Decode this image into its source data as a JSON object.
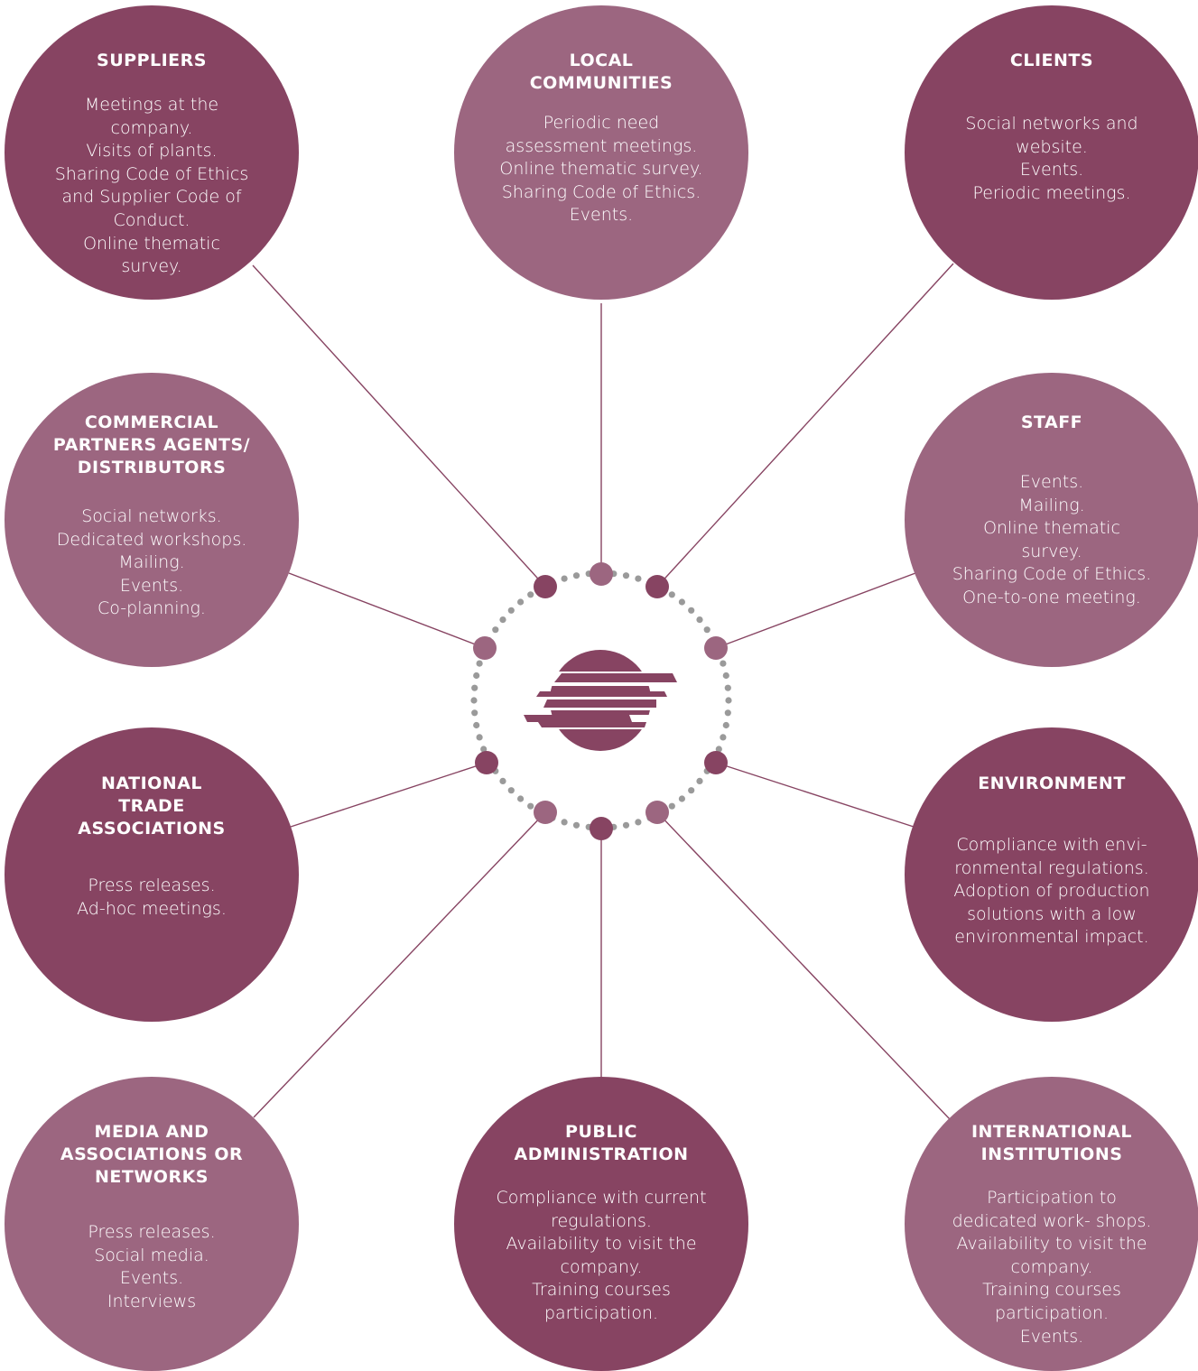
{
  "colors": {
    "dark": "#874462",
    "light": "#9c6680",
    "connector": "#874462",
    "dot_ring": "#9a9a9a",
    "text": "#ffffff"
  },
  "hub": {
    "logo": "company-logo-icon"
  },
  "stakeholders": [
    {
      "id": "suppliers",
      "title": "SUPPLIERS",
      "body": "Meetings at the\ncompany.\nVisits of plants.\nSharing Code of Ethics\nand Supplier Code of\nConduct.\nOnline thematic\nsurvey.",
      "shade": "dark"
    },
    {
      "id": "local-communities",
      "title": "LOCAL\nCOMMUNITIES",
      "body": "Periodic need\nassessment meetings.\nOnline thematic survey.\nSharing Code of Ethics.\nEvents.",
      "shade": "light"
    },
    {
      "id": "clients",
      "title": "CLIENTS",
      "body": "Social networks and\nwebsite.\nEvents.\nPeriodic meetings.",
      "shade": "dark"
    },
    {
      "id": "commercial-partners",
      "title": "COMMERCIAL\nPARTNERS AGENTS/\nDISTRIBUTORS",
      "body": "Social networks.\nDedicated workshops.\nMailing.\nEvents.\nCo-planning.",
      "shade": "light"
    },
    {
      "id": "staff",
      "title": "STAFF",
      "body": "Events.\nMailing.\nOnline thematic\nsurvey.\nSharing Code of Ethics.\nOne-to-one meeting.",
      "shade": "light"
    },
    {
      "id": "national-trade-associations",
      "title": "NATIONAL\nTRADE\nASSOCIATIONS",
      "body": "Press releases.\nAd-hoc meetings.",
      "shade": "dark"
    },
    {
      "id": "environment",
      "title": "ENVIRONMENT",
      "body": "Compliance with envi-\nronmental regulations.\nAdoption of production\nsolutions with a low\nenvironmental impact.",
      "shade": "dark"
    },
    {
      "id": "media-associations",
      "title": "MEDIA AND\nASSOCIATIONS OR\nNETWORKS",
      "body": "Press releases.\nSocial media.\nEvents.\nInterviews",
      "shade": "light"
    },
    {
      "id": "public-administration",
      "title": "PUBLIC\nADMINISTRATION",
      "body": "Compliance with current\nregulations.\nAvailability to visit the\ncompany.\nTraining courses\nparticipation.",
      "shade": "dark"
    },
    {
      "id": "international-institutions",
      "title": "INTERNATIONAL\nINSTITUTIONS",
      "body": "Participation to\ndedicated work- shops.\nAvailability to visit the\ncompany.\nTraining courses\nparticipation.\nEvents.",
      "shade": "light"
    }
  ]
}
